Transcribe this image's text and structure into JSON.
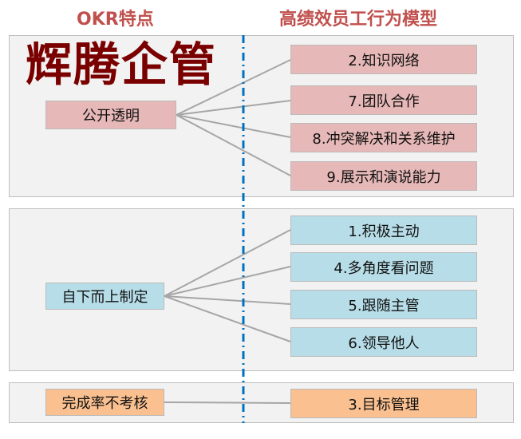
{
  "headers": {
    "left": "OKR特点",
    "right": "高绩效员工行为模型"
  },
  "groups": [
    {
      "feature": "公开透明",
      "behaviors": [
        "2.知识网络",
        "7.团队合作",
        "8.冲突解决和关系维护",
        "9.展示和演说能力"
      ]
    },
    {
      "feature": "自下而上制定",
      "behaviors": [
        "1.积极主动",
        "4.多角度看问题",
        "5.跟随主管",
        "6.领导他人"
      ]
    },
    {
      "feature": "完成率不考核",
      "behaviors": [
        "3.目标管理"
      ]
    }
  ],
  "watermark": "辉腾企管",
  "colors": {
    "title": "#c0504d",
    "group1": "#e6b8b7",
    "group2": "#b7dde8",
    "group3": "#fac090",
    "divider": "#0070c0"
  }
}
